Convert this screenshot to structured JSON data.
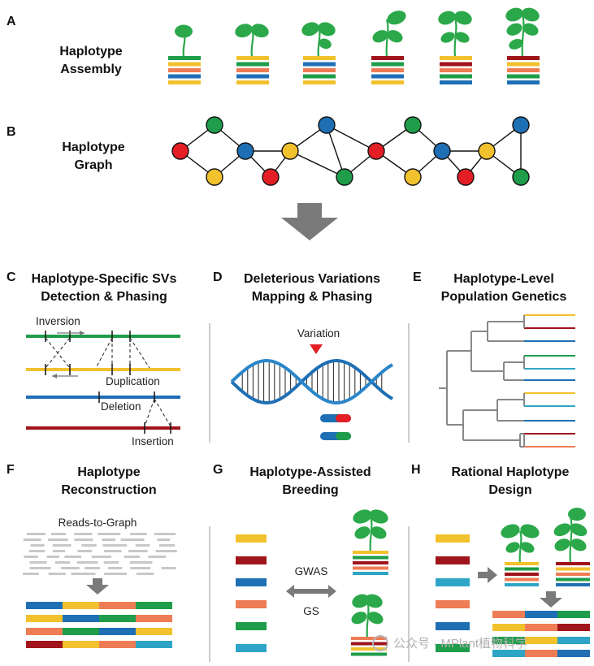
{
  "colors": {
    "green": "#1f9d4a",
    "yellow": "#f2c12e",
    "blue": "#1f6fb5",
    "red": "#e31e24",
    "darkred": "#a0141b",
    "orange": "#ee7d55",
    "teal": "#2ea5c7",
    "leaf": "#2ba84a",
    "gray": "#8a8a8a"
  },
  "panels": {
    "A": {
      "letter": "A",
      "title_line1": "Haplotype",
      "title_line2": "Assembly"
    },
    "B": {
      "letter": "B",
      "title_line1": "Haplotype",
      "title_line2": "Graph"
    },
    "C": {
      "letter": "C",
      "title_line1": "Haplotype-Specific SVs",
      "title_line2": "Detection & Phasing",
      "labels": {
        "inversion": "Inversion",
        "duplication": "Duplication",
        "deletion": "Deletion",
        "insertion": "Insertion"
      }
    },
    "D": {
      "letter": "D",
      "title_line1": "Deleterious Variations",
      "title_line2": "Mapping & Phasing",
      "labels": {
        "variation": "Variation"
      }
    },
    "E": {
      "letter": "E",
      "title_line1": "Haplotype-Level",
      "title_line2": "Population Genetics"
    },
    "F": {
      "letter": "F",
      "title_line1": "Haplotype",
      "title_line2": "Reconstruction",
      "labels": {
        "reads": "Reads-to-Graph"
      }
    },
    "G": {
      "letter": "G",
      "title_line1": "Haplotype-Assisted",
      "title_line2": "Breeding",
      "labels": {
        "gwas": "GWAS",
        "gs": "GS"
      }
    },
    "H": {
      "letter": "H",
      "title_line1": "Rational Haplotype",
      "title_line2": "Design"
    }
  },
  "watermark": "公众号 · MPlant植物科学",
  "graph": {
    "nodes": [
      {
        "id": 1,
        "color": "red"
      },
      {
        "id": 2,
        "color": "green"
      },
      {
        "id": 3,
        "color": "yellow"
      },
      {
        "id": 4,
        "color": "blue"
      },
      {
        "id": 5,
        "color": "red"
      },
      {
        "id": 6,
        "color": "yellow"
      },
      {
        "id": 7,
        "color": "blue"
      },
      {
        "id": 8,
        "color": "green"
      },
      {
        "id": 9,
        "color": "red"
      },
      {
        "id": 10,
        "color": "green"
      },
      {
        "id": 11,
        "color": "yellow"
      },
      {
        "id": 12,
        "color": "blue"
      },
      {
        "id": 13,
        "color": "red"
      },
      {
        "id": 14,
        "color": "yellow"
      },
      {
        "id": 15,
        "color": "blue"
      },
      {
        "id": 16,
        "color": "green"
      }
    ],
    "edges": [
      [
        1,
        2
      ],
      [
        1,
        3
      ],
      [
        2,
        4
      ],
      [
        3,
        4
      ],
      [
        4,
        5
      ],
      [
        4,
        6
      ],
      [
        5,
        6
      ],
      [
        6,
        7
      ],
      [
        6,
        8
      ],
      [
        7,
        8
      ],
      [
        7,
        9
      ],
      [
        8,
        9
      ],
      [
        9,
        10
      ],
      [
        9,
        11
      ],
      [
        10,
        12
      ],
      [
        11,
        12
      ],
      [
        12,
        13
      ],
      [
        12,
        14
      ],
      [
        13,
        14
      ],
      [
        14,
        15
      ],
      [
        14,
        16
      ],
      [
        15,
        16
      ]
    ]
  }
}
